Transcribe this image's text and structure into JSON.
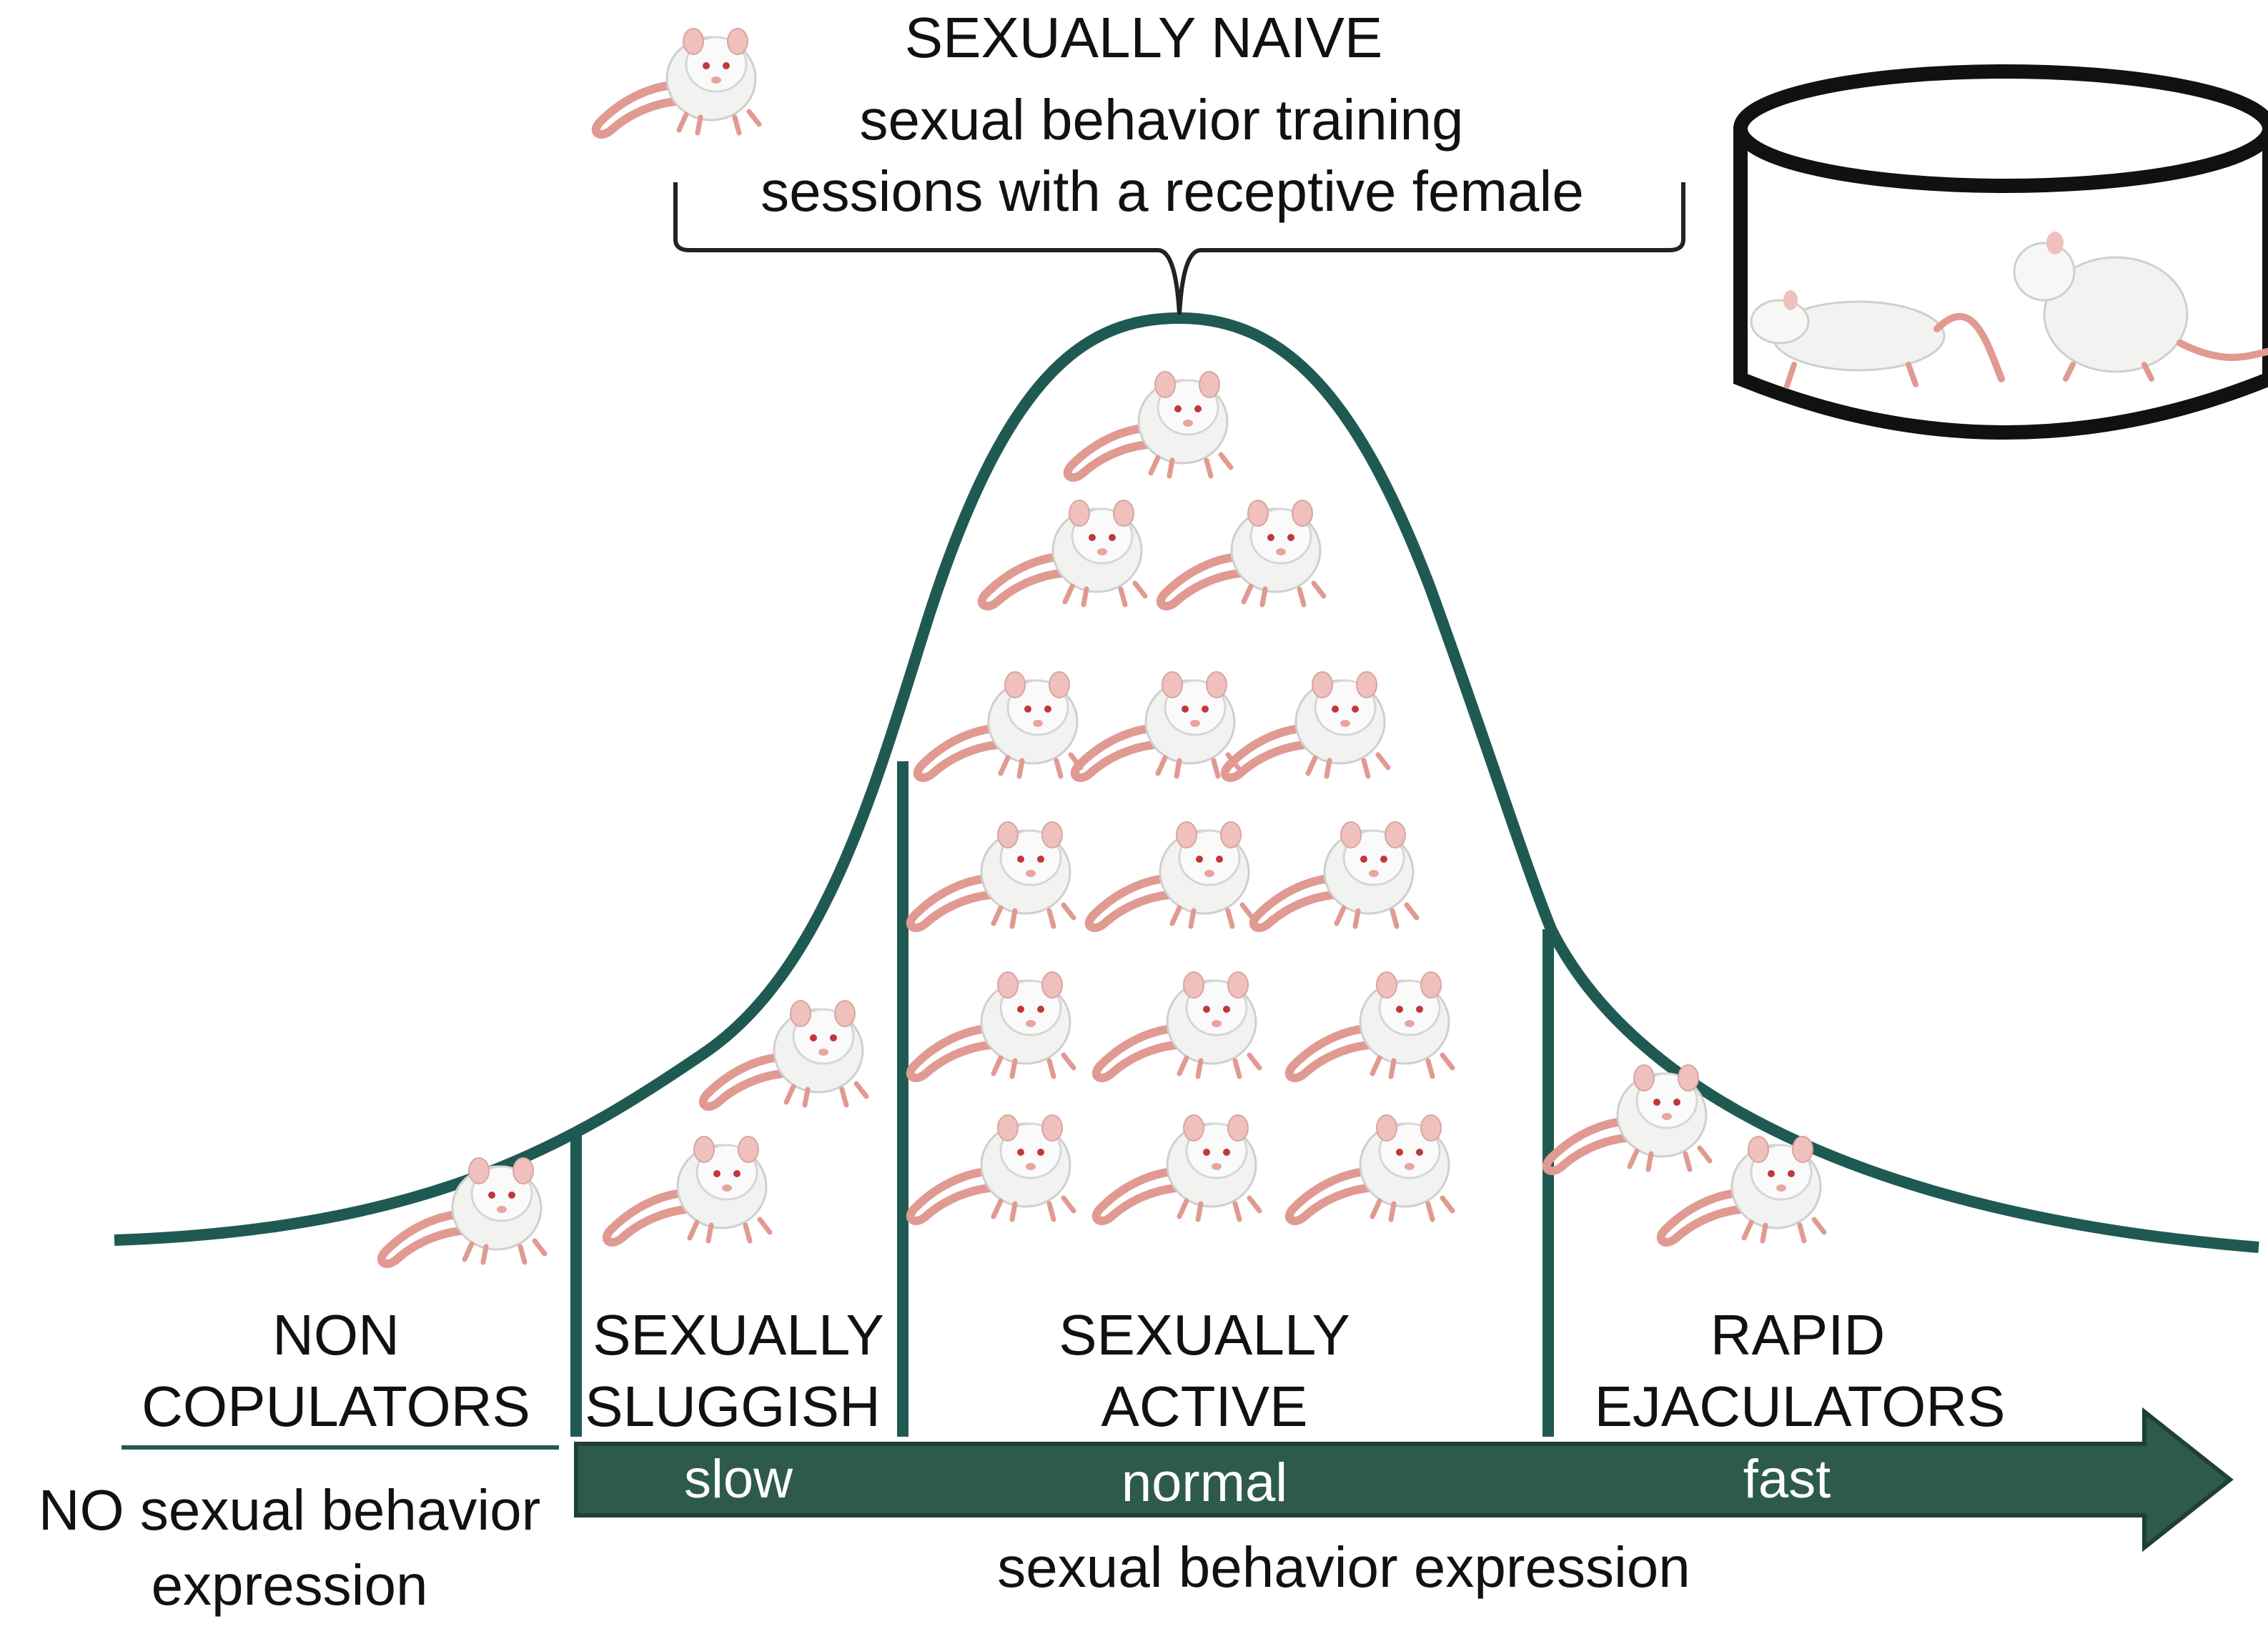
{
  "header": {
    "title": "SEXUALLY NAIVE",
    "line1": "sexual behavior training",
    "line2": "sessions with a receptive female"
  },
  "categories": {
    "non_copulators": {
      "line1": "NON",
      "line2": "COPULATORS"
    },
    "sluggish": {
      "line1": "SEXUALLY",
      "line2": "SLUGGISH"
    },
    "active": {
      "line1": "SEXUALLY",
      "line2": "ACTIVE"
    },
    "rapid": {
      "line1": "RAPID",
      "line2": "EJACULATORS"
    }
  },
  "no_expression": {
    "line1": "NO sexual behavior",
    "line2": "expression"
  },
  "axis": {
    "slow": "slow",
    "normal": "normal",
    "fast": "fast",
    "label": "sexual behavior expression"
  },
  "colors": {
    "curve": "#1f5a52",
    "arrow": "#2e5a4c",
    "rat_body": "#f2f2f0",
    "rat_tail": "#e09a92"
  },
  "icons": {
    "rat": "rat-icon",
    "arena": "test-arena-icon"
  }
}
